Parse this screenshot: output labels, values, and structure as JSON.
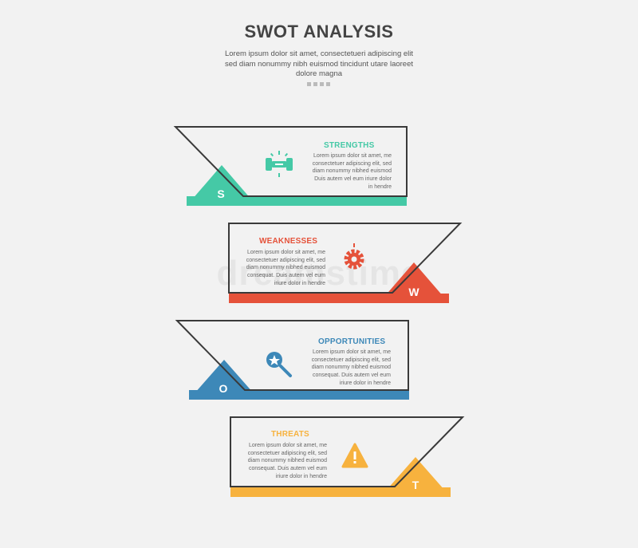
{
  "header": {
    "title": "SWOT ANALYSIS",
    "subtitle": "Lorem ipsum dolor sit amet, consectetueri adipiscing elit sed diam nonummy nibh euismod tincidunt utare laoreet dolore magna"
  },
  "watermark": "dreamstime",
  "colors": {
    "strengths": "#45c9a6",
    "weaknesses": "#e5523a",
    "opportunities": "#3d88b8",
    "threats": "#f7b23e",
    "outline": "#3a3a3a"
  },
  "items": [
    {
      "letter": "S",
      "title": "STRENGTHS",
      "body": "Lorem ipsum dolor sit amet, me consectetuer adipiscing elit, sed diam nonummy nibhed euismod Duis autem vel eum iriure dolor in hendre",
      "icon": "dumbbell-icon"
    },
    {
      "letter": "W",
      "title": "WEAKNESSES",
      "body": "Lorem ipsum dolor sit amet, me consectetuer adipiscing elit, sed diam nonummy nibhed euismod consequat. Duis autem vel eum iriure dolor in hendre",
      "icon": "gear-icon"
    },
    {
      "letter": "O",
      "title": "OPPORTUNITIES",
      "body": "Lorem ipsum dolor sit amet, me consectetuer adipiscing elit, sed diam nonummy nibhed euismod consequat. Duis autem vel eum iriure dolor in hendre",
      "icon": "search-star-icon"
    },
    {
      "letter": "T",
      "title": "THREATS",
      "body": "Lorem ipsum dolor sit amet, me consectetuer adipiscing elit, sed diam nonummy nibhed euismod consequat. Duis autem vel eum iriure dolor in hendre",
      "icon": "warning-icon"
    }
  ]
}
